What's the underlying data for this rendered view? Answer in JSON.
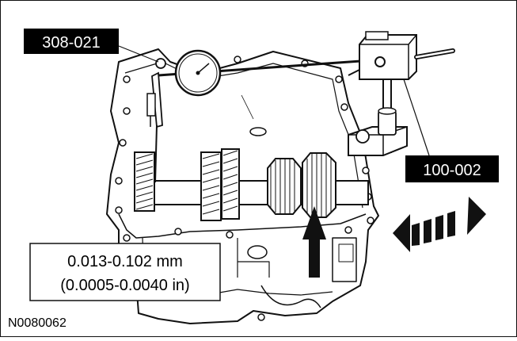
{
  "labels": {
    "tool_dial_indicator": "308-021",
    "tool_magnetic_base": "100-002",
    "spec_mm": "0.013-0.102 mm",
    "spec_in": "(0.0005-0.0040 in)",
    "figure_id": "N0080062"
  },
  "colors": {
    "line": "#111111",
    "label_bg": "#000000",
    "label_text": "#ffffff",
    "background": "#ffffff"
  },
  "icons": {
    "motion_arrow": "double-headed-dashed-arrow",
    "push_arrow": "up-arrow"
  }
}
